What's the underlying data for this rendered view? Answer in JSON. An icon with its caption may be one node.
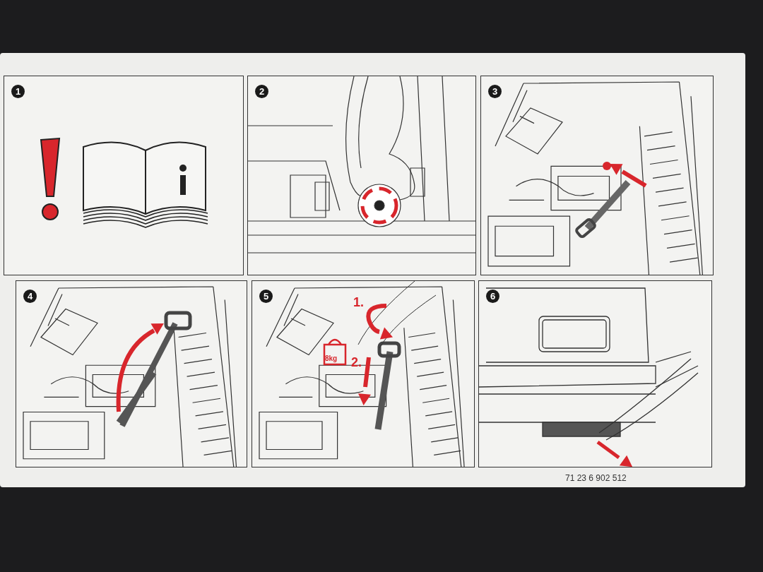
{
  "diagram": {
    "nodes": [
      {
        "text": [
          "1"
        ]
      },
      {
        "text": [
          "2"
        ]
      },
      {
        "text": [
          "3"
        ]
      },
      {
        "text": [
          "4"
        ]
      },
      {
        "text": [
          "5"
        ]
      },
      {
        "text": [
          "6"
        ]
      }
    ],
    "labels": [
      "1.",
      "2.",
      "8kg",
      "71 23 6 902 512"
    ]
  }
}
